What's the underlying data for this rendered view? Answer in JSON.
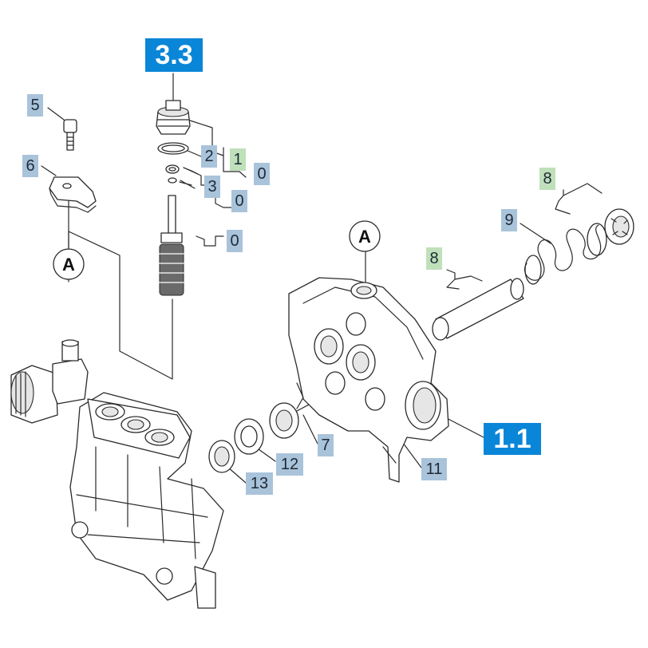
{
  "assembly_labels": {
    "a33": "3.3",
    "a11": "1.1"
  },
  "part_labels": {
    "p5": "5",
    "p6": "6",
    "p2": "2",
    "p1": "1",
    "p0a": "0",
    "p3": "3",
    "p0b": "0",
    "p0c": "0",
    "p8a": "8",
    "p8b": "8",
    "p9": "9",
    "p7": "7",
    "p12": "12",
    "p13": "13",
    "p11": "11"
  },
  "connector_markers": {
    "left": "A",
    "right": "A"
  },
  "colors": {
    "assembly_label_bg": "#0a86d8",
    "part_label_bg": "#a9c3da",
    "green_label_bg": "#bfe0ba"
  }
}
